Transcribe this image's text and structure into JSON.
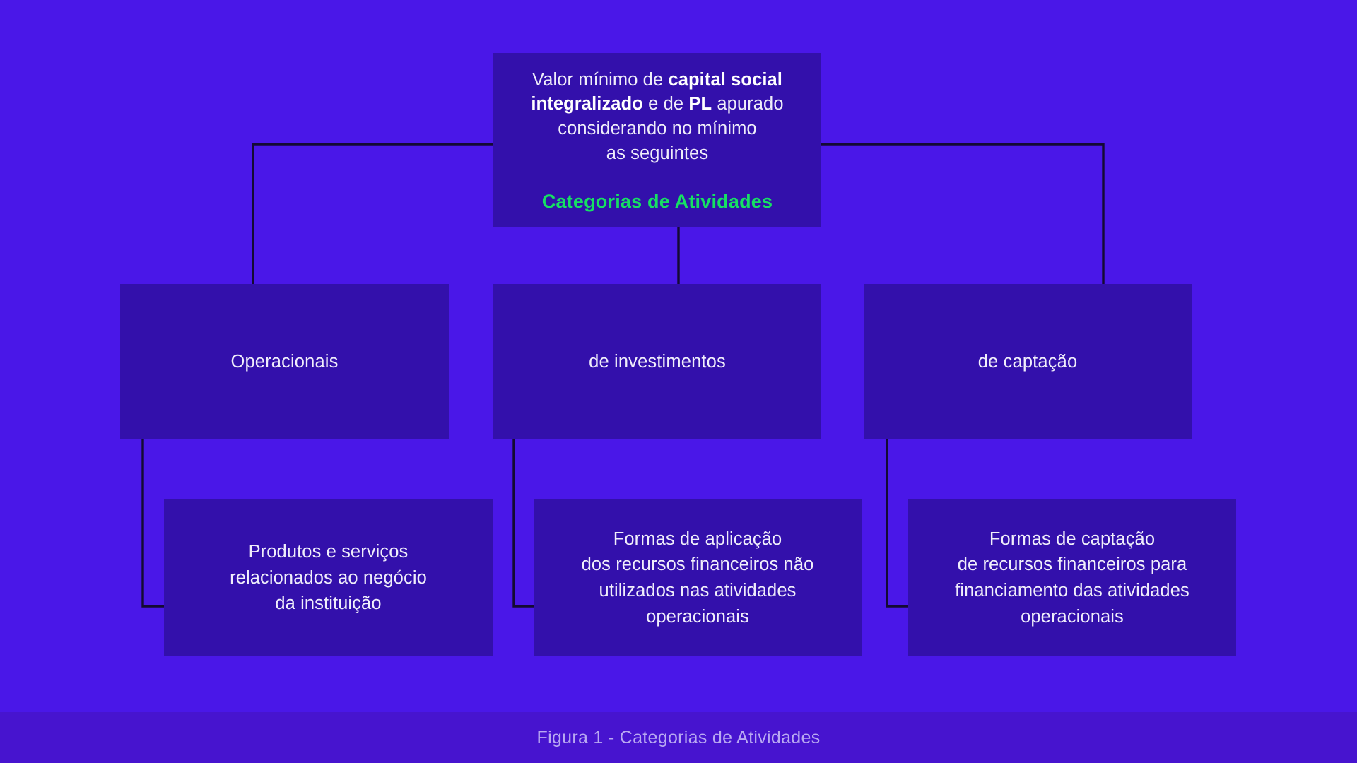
{
  "figure": {
    "title": "Categorias de Atividades",
    "caption": "Figura 1 - Categorias de Atividades",
    "background_color": "#4a17e8",
    "node_color": "#3310ab",
    "caption_bar_color": "#4714cf",
    "accent_color": "#16e063",
    "text_color": "#f0eefb",
    "connector_color": "#140a33"
  },
  "root": {
    "line1_prefix": "Valor mínimo de ",
    "line1_bold": "capital social",
    "line2_bold": "integralizado",
    "line2_mid": " e de ",
    "line2_bold2": "PL",
    "line2_suffix": " apurado",
    "line3": "considerando no mínimo",
    "line4": "as seguintes",
    "heading": "Categorias de Atividades"
  },
  "categories": [
    {
      "label": "Operacionais",
      "detail": "Produtos e serviços\nrelacionados ao negócio\nda instituição"
    },
    {
      "label": "de investimentos",
      "detail": "Formas de aplicação\ndos recursos financeiros não\nutilizados nas atividades\noperacionais"
    },
    {
      "label": "de captação",
      "detail": "Formas de captação\nde recursos financeiros para\nfinanciamento das atividades\noperacionais"
    }
  ]
}
